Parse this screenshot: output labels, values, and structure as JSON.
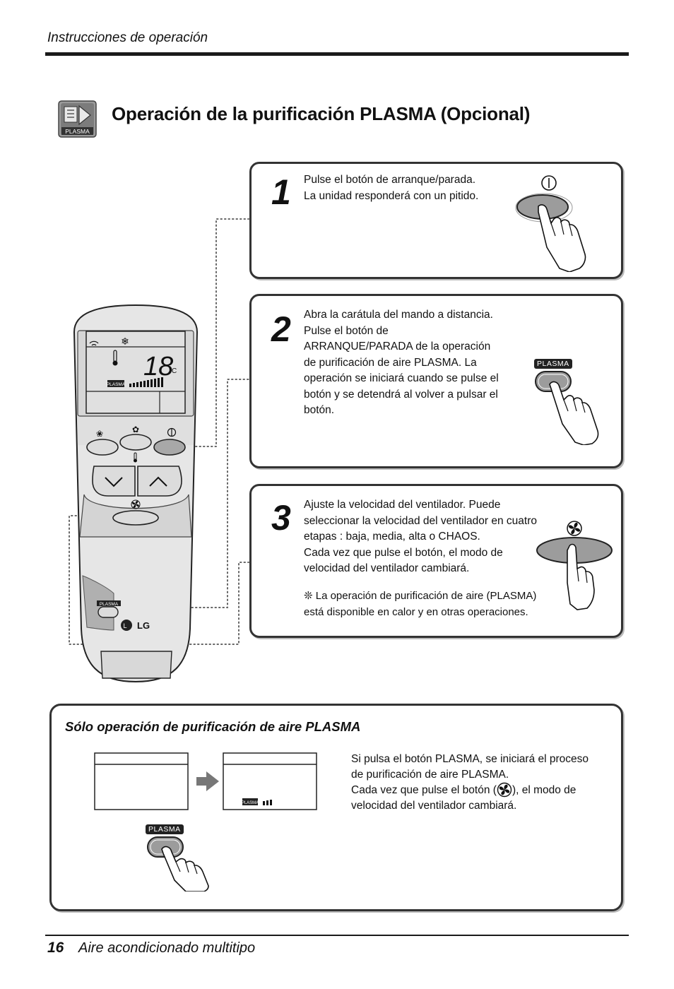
{
  "header": {
    "section": "Instrucciones de operación"
  },
  "title": {
    "text": "Operación de la purificación PLASMA (Opcional)",
    "icon_label": "PLASMA"
  },
  "steps": [
    {
      "num": "1",
      "text": "Pulse el botón de arranque/parada.\nLa unidad responderá con un pitido."
    },
    {
      "num": "2",
      "text": "Abra la carátula del mando a distancia.\nPulse el botón de\nARRANQUE/PARADA de la operación\nde purificación de aire PLASMA. La\noperación se iniciará cuando se pulse el\nbotón y se detendrá al volver a pulsar el\nbotón.",
      "button_label": "PLASMA"
    },
    {
      "num": "3",
      "text": "Ajuste la velocidad del ventilador. Puede\nseleccionar la velocidad del ventilador en cuatro\netapas : baja, media, alta o CHAOS.\nCada vez que pulse el botón, el modo de\nvelocidad del ventilador cambiará.",
      "note": "❊ La operación de purificación de aire (PLASMA)\n   está disponible en calor y en otras operaciones."
    }
  ],
  "remote": {
    "display_temp": "18",
    "display_unit": "°C",
    "display_plasma": "PLASMA",
    "plasma_button_label": "PLASMA",
    "brand": "LG"
  },
  "bottom": {
    "title": "Sólo operación de purificación de aire PLASMA",
    "text_part1": "Si pulsa el botón PLASMA, se iniciará el proceso\nde purificación de aire PLASMA.\nCada vez que pulse el botón (",
    "text_part2": "), el modo de\nvelocidad del ventilador cambiará.",
    "display_plasma": "PLASMA",
    "button_label": "PLASMA"
  },
  "footer": {
    "page": "16",
    "text": "Aire acondicionado multitipo"
  }
}
